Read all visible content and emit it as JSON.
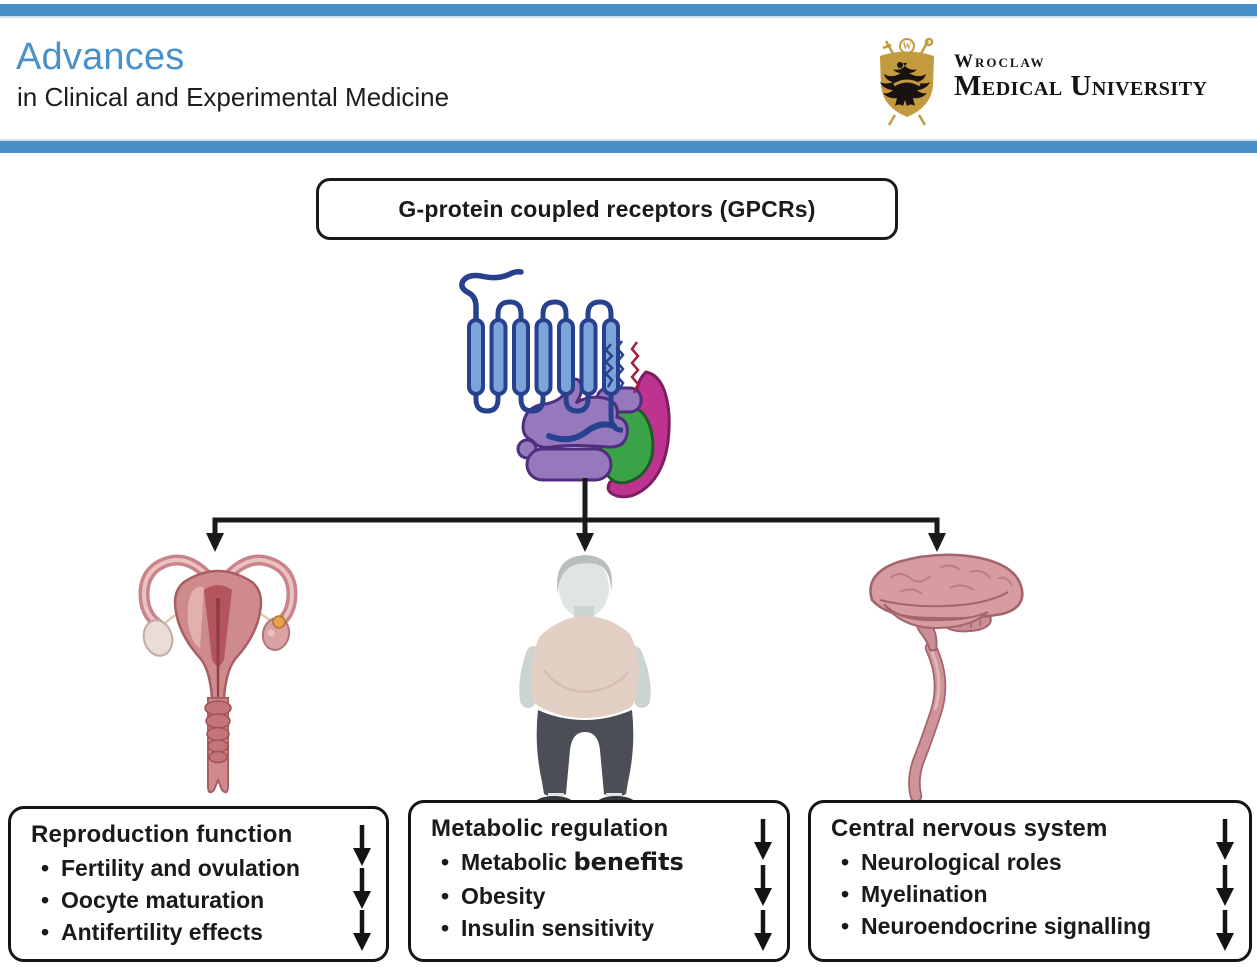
{
  "header": {
    "journal_title": "Advances",
    "journal_subtitle": "in Clinical and Experimental Medicine",
    "university": {
      "line1": "Wroclaw",
      "line2": "Medical University",
      "monogram": "W"
    }
  },
  "diagram": {
    "title": "G-protein coupled receptors (GPCRs)",
    "branches": [
      {
        "heading": "Reproduction function",
        "illustration": "uterus",
        "items": [
          {
            "text": "Fertility and ovulation",
            "trend": "down"
          },
          {
            "text": "Oocyte maturation",
            "trend": "down"
          },
          {
            "text": "Antifertility effects",
            "trend": "down"
          }
        ]
      },
      {
        "heading": "Metabolic regulation",
        "illustration": "obese-person",
        "items": [
          {
            "text": "Metabolic ",
            "emph": "benefits",
            "trend": "down"
          },
          {
            "text": "Obesity",
            "trend": "down"
          },
          {
            "text": "Insulin sensitivity",
            "trend": "down"
          }
        ]
      },
      {
        "heading": "Central nervous system",
        "illustration": "brain-spinal-cord",
        "items": [
          {
            "text": "Neurological roles",
            "trend": "down"
          },
          {
            "text": "Myelination",
            "trend": "down"
          },
          {
            "text": "Neuroendocrine signalling",
            "trend": "down"
          }
        ]
      }
    ],
    "colors": {
      "accent_blue": "#4a8fc7",
      "title_blue": "#4a91c9",
      "text_black": "#1a1a1a",
      "helix_fill": "#7da4d9",
      "helix_outline": "#27418f",
      "g_alpha_purple": "#9678bd",
      "g_green": "#3aa348",
      "g_magenta": "#bf3390",
      "zigzag_red": "#a81e3c",
      "organ_pink": "#cf8a8e",
      "brain_pink": "#d79ba2",
      "skin_grey": "#ccd4d1",
      "shirt_beige": "#e3cfc4",
      "pants_grey": "#4b4f55",
      "logo_gold": "#c49a3e"
    }
  }
}
